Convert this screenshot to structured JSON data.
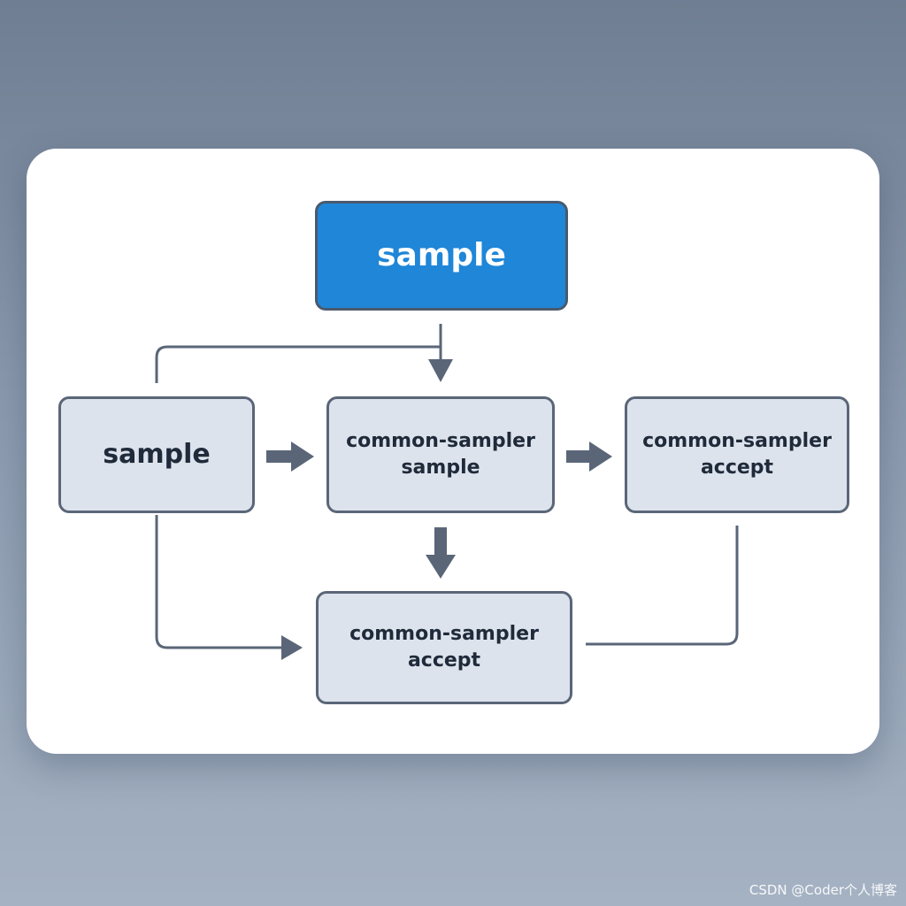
{
  "diagram": {
    "nodes": {
      "top": "sample",
      "left": "sample",
      "middle": "common-sampler\nsample",
      "right": "common-sampler\naccept",
      "bottom": "common-sampler\naccept"
    }
  },
  "colors": {
    "primary_node": "#1f86d8",
    "secondary_node": "#dde3ec",
    "stroke": "#5a6678"
  },
  "watermark": "CSDN @Coder个人博客"
}
